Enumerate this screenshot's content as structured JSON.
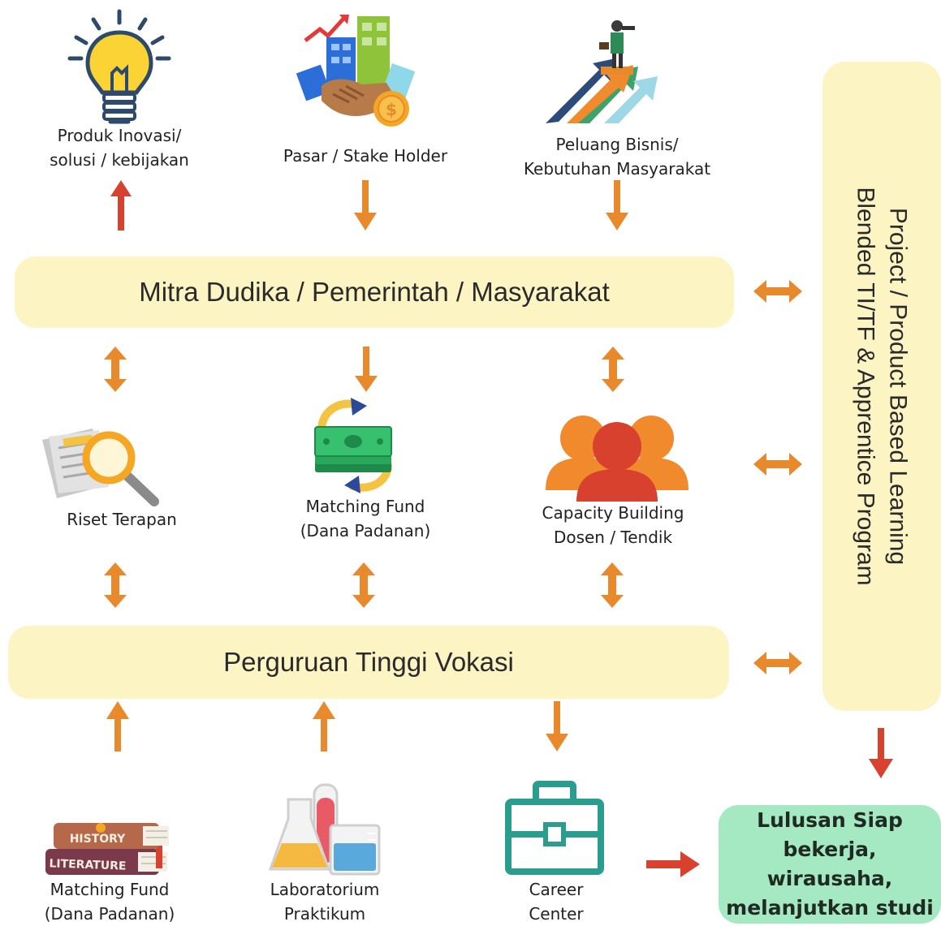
{
  "top": {
    "produk": {
      "line1": "Produk Inovasi/",
      "line2": "solusi / kebijakan",
      "icon": "lightbulb-icon"
    },
    "pasar": {
      "line1": "Pasar / Stake Holder",
      "icon": "handshake-market-icon"
    },
    "peluang": {
      "line1": "Peluang Bisnis/",
      "line2": "Kebutuhan Masyarakat",
      "icon": "growth-arrows-icon"
    }
  },
  "mitra_box": "Mitra Dudika / Pemerintah / Masyarakat",
  "side_box": {
    "line1": "Project / Product Based Learning",
    "line2": "Blended TI/TF & Apprentice Program"
  },
  "middle": {
    "riset": {
      "line1": "Riset Terapan",
      "icon": "research-magnifier-icon"
    },
    "matching_fund": {
      "line1": "Matching Fund",
      "line2": "(Dana Padanan)",
      "icon": "money-cycle-icon"
    },
    "capacity": {
      "line1": "Capacity Building",
      "line2": "Dosen / Tendik",
      "icon": "people-group-icon"
    }
  },
  "vokasi_box": "Perguruan Tinggi Vokasi",
  "bottom": {
    "books": {
      "line1": "Matching Fund",
      "line2": "(Dana Padanan)",
      "icon": "books-icon",
      "book_top": "HISTORY",
      "book_bottom": "LITERATURE"
    },
    "lab": {
      "line1": "Laboratorium",
      "line2": "Praktikum",
      "icon": "lab-flask-icon"
    },
    "career": {
      "line1": "Career",
      "line2": "Center",
      "icon": "briefcase-icon"
    }
  },
  "output_box": {
    "line1": "Lulusan Siap",
    "line2": "bekerja, wirausaha,",
    "line3": "melanjutkan studi"
  },
  "colors": {
    "orange": "#e8892c",
    "red": "#d9412f",
    "box_yellow": "#fdf4c4",
    "box_green": "#a5e9c3"
  }
}
